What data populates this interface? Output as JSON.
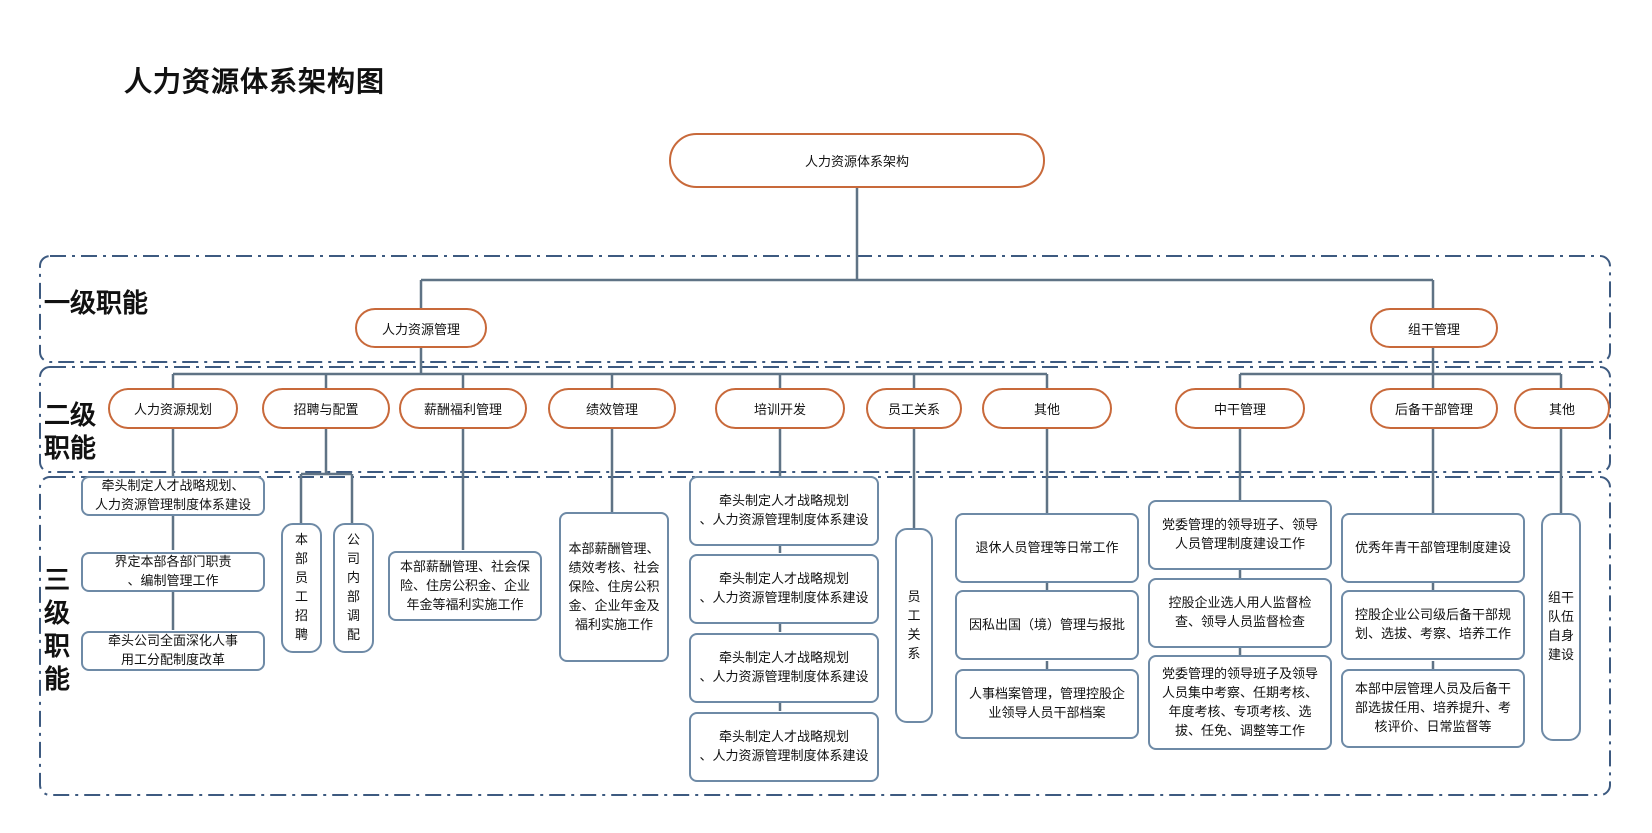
{
  "title": "人力资源体系架构图",
  "root": "人力资源体系架构",
  "levels": {
    "level1": "一级职能",
    "level2": "二级\n职能",
    "level3": "三\n级\n职\n能"
  },
  "level1_nodes": {
    "hr": "人力资源管理",
    "org": "组干管理"
  },
  "level2_nodes": {
    "planning": "人力资源规划",
    "recruit": "招聘与配置",
    "salary": "薪酬福利管理",
    "performance": "绩效管理",
    "training": "培训开发",
    "relations": "员工关系",
    "other_hr": "其他",
    "cadre": "中干管理",
    "reserve": "后备干部管理",
    "other_org": "其他"
  },
  "level3_nodes": {
    "planning": [
      "牵头制定人才战略规划、\n人力资源管理制度体系建设",
      "界定本部各部门职责\n、编制管理工作",
      "牵头公司全面深化人事\n用工分配制度改革"
    ],
    "recruit": [
      "本\n部\n员\n工\n招\n聘",
      "公\n司\n内\n部\n调\n配"
    ],
    "salary": "本部薪酬管理、社会保\n险、住房公积金、企业\n年金等福利实施工作",
    "performance": "本部薪酬管理、\n绩效考核、社会\n保险、住房公积\n金、企业年金及\n福利实施工作",
    "training": [
      "牵头制定人才战略规划\n、人力资源管理制度体系建设",
      "牵头制定人才战略规划\n、人力资源管理制度体系建设",
      "牵头制定人才战略规划\n、人力资源管理制度体系建设",
      "牵头制定人才战略规划\n、人力资源管理制度体系建设"
    ],
    "relations": "员\n工\n关\n系",
    "other_hr": [
      "退休人员管理等日常工作",
      "因私出国（境）管理与报批",
      "人事档案管理，管理控股企\n业领导人员干部档案"
    ],
    "cadre": [
      "党委管理的领导班子、领导\n人员管理制度建设工作",
      "控股企业选人用人监督检\n查、领导人员监督检查",
      "党委管理的领导班子及领导\n人员集中考察、任期考核、\n年度考核、专项考核、选\n拔、任免、调整等工作"
    ],
    "reserve": [
      "优秀年青干部管理制度建设",
      "控股企业公司级后备干部规\n划、选拔、考察、培养工作",
      "本部中层管理人员及后备干\n部选拔任用、培养提升、考\n核评价、日常监督等"
    ],
    "other_org": "组干\n队伍\n自身\n建设"
  },
  "colors": {
    "pill_border": "#c8693a",
    "box_border": "#6e8aa6",
    "connector": "#5f7385",
    "band_dash": "#3d5a80"
  }
}
